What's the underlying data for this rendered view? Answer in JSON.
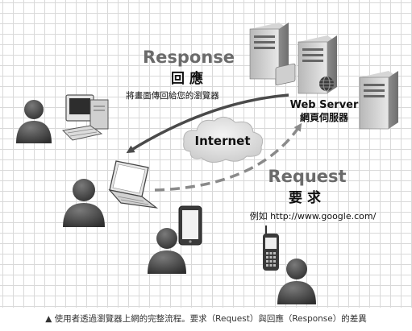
{
  "labels": {
    "response_en": "Response",
    "response_zh": "回 應",
    "response_desc": "將畫面傳回給您的瀏覽器",
    "server_en": "Web Server",
    "server_zh": "網頁伺服器",
    "internet": "Internet",
    "request_en": "Request",
    "request_zh": "要 求",
    "request_desc": "例如 http://www.google.com/"
  },
  "caption": "▲ 使用者透過瀏覽器上網的完整流程。要求（Request）與回應（Response）的差異",
  "colors": {
    "grid": "#d9d9d9",
    "text_dark": "#111111",
    "text_gray": "#6b6b6b",
    "response_arrow": "#4a4a4a",
    "request_arrow": "#8a8a8a"
  },
  "icons": [
    "server-icon",
    "server-icon",
    "server-icon",
    "desktop-computer-icon",
    "laptop-icon",
    "tablet-icon",
    "mobile-phone-icon",
    "person-icon",
    "globe-icon",
    "cloud-icon"
  ]
}
